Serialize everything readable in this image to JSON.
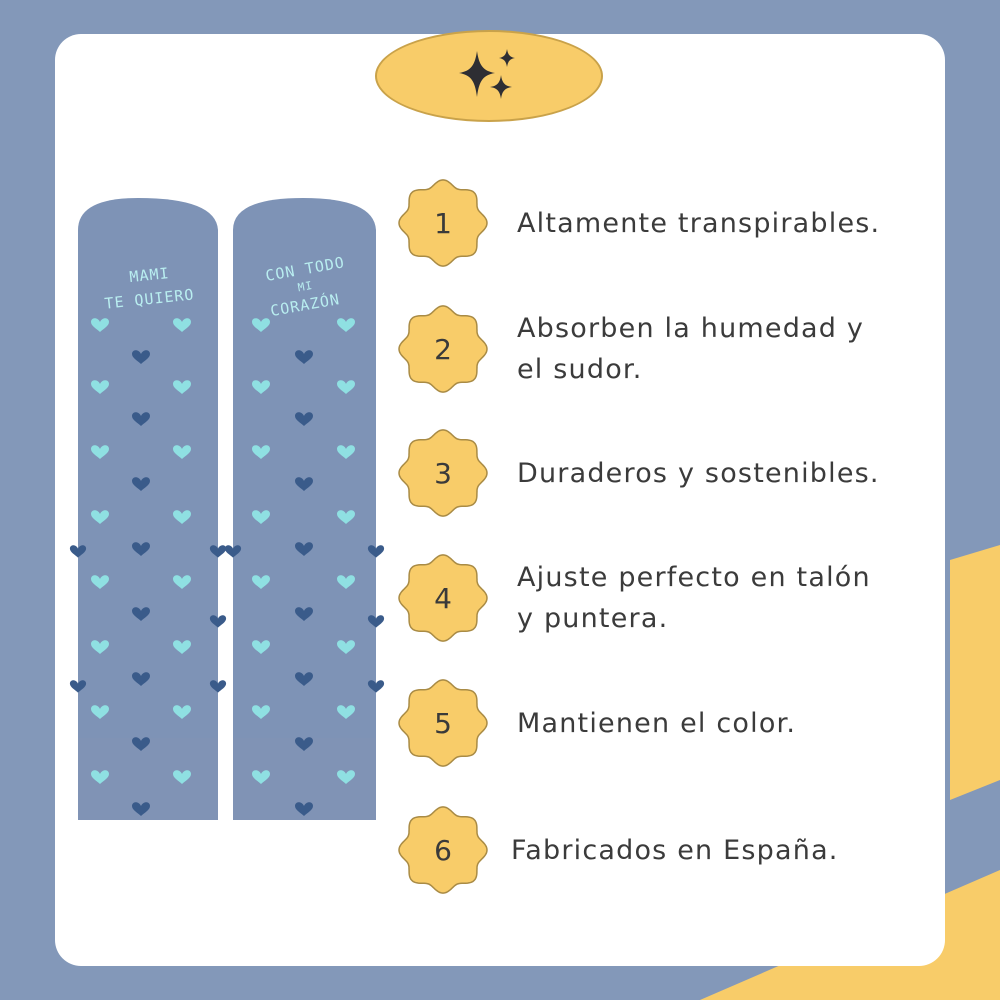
{
  "decor": {
    "sparkles_icon": "sparkles-icon",
    "accent_color": "#f8cc69",
    "background_color": "#8398b9"
  },
  "product": {
    "left_sock_text": [
      "MAMI",
      "TE QUIERO"
    ],
    "right_sock_text": [
      "CON TODO",
      "MI",
      "CORAZÓN"
    ],
    "sock_color": "#7e93b6",
    "heart_light_color": "#8fe0e2",
    "heart_dark_color": "#3a5b8a"
  },
  "features": [
    {
      "number": "1",
      "text": "Altamente transpirables."
    },
    {
      "number": "2",
      "text": "Absorben la humedad y el sudor."
    },
    {
      "number": "3",
      "text": "Duraderos y sostenibles."
    },
    {
      "number": "4",
      "text": "Ajuste perfecto en talón y puntera."
    },
    {
      "number": "5",
      "text": "Mantienen el color."
    },
    {
      "number": "6",
      "text": "Fabricados en España."
    }
  ]
}
